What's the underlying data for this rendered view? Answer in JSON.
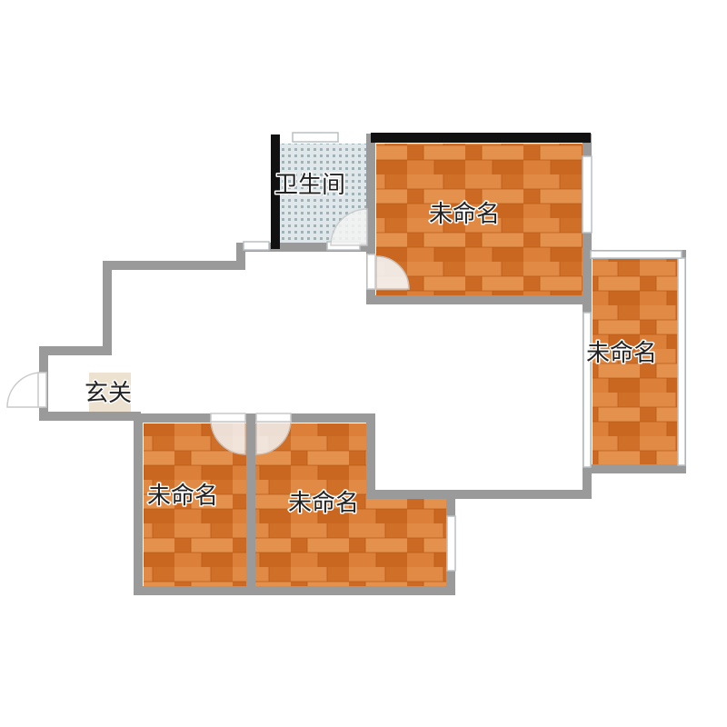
{
  "rooms": [
    {
      "id": "bathroom",
      "label": "卫生间",
      "floor": "tile"
    },
    {
      "id": "bedroom-top",
      "label": "未命名",
      "floor": "wood"
    },
    {
      "id": "bedroom-right",
      "label": "未命名",
      "floor": "wood"
    },
    {
      "id": "bedroom-bottom-left",
      "label": "未命名",
      "floor": "wood"
    },
    {
      "id": "bedroom-bottom-mid",
      "label": "未命名",
      "floor": "wood"
    },
    {
      "id": "entrance",
      "label": "玄关",
      "floor": "plain"
    }
  ],
  "colors": {
    "wall": "#9a9a9a",
    "wall_dark": "#111111",
    "wood_base": "#d9782f",
    "wood_light": "#e8904a",
    "wood_dark": "#c2651f",
    "tile_base": "#dfe7ea",
    "tile_dot": "#9fb2b8",
    "entrance_floor": "#ece2cf",
    "window": "#cfd6da",
    "door": "#e6e6e6"
  }
}
